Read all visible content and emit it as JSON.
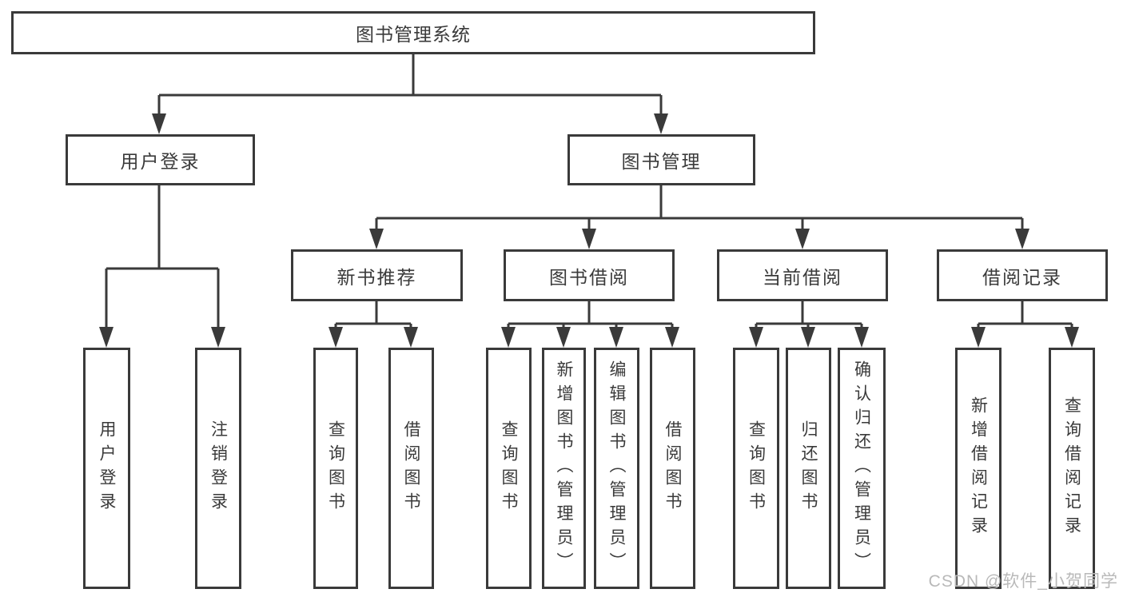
{
  "nodes": {
    "root": "图书管理系统",
    "level2": {
      "user_login": "用户登录",
      "book_management": "图书管理"
    },
    "level3": {
      "new_book_recommend": "新书推荐",
      "book_borrow": "图书借阅",
      "current_borrow": "当前借阅",
      "borrow_records": "借阅记录"
    },
    "leaves": {
      "login_user": "用户登录",
      "login_logout": "注销登录",
      "recommend_query": "查询图书",
      "recommend_borrow": "借阅图书",
      "borrow_query": "查询图书",
      "borrow_add": "新增图书（管理员）",
      "borrow_edit": "编辑图书（管理员）",
      "borrow_borrow": "借阅图书",
      "current_query": "查询图书",
      "current_return": "归还图书",
      "current_confirm": "确认归还（管理员）",
      "records_add": "新增借阅记录",
      "records_query": "查询借阅记录"
    }
  },
  "watermark": "CSDN @软件_小贺同学",
  "colors": {
    "line": "#3a3a3a",
    "text": "#3a3a3a",
    "background": "#ffffff",
    "watermark": "#b9b9b9"
  }
}
